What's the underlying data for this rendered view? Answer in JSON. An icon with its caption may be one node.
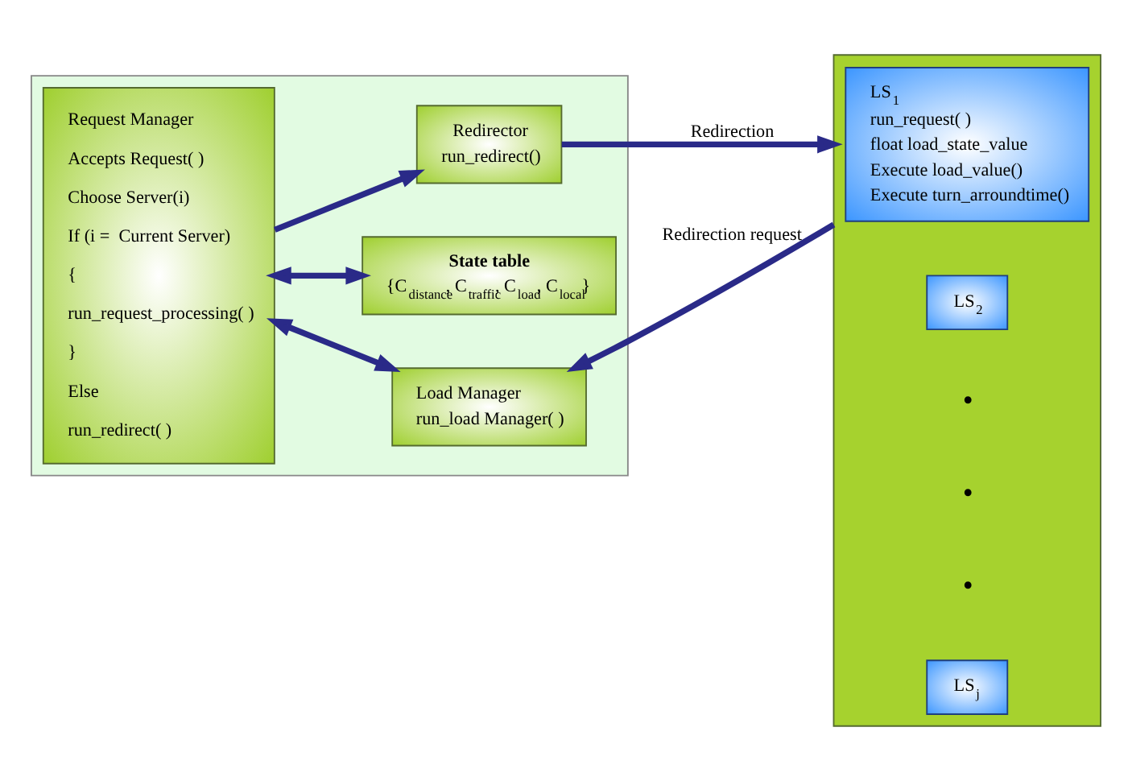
{
  "diagram": {
    "nodes": [
      {
        "text": [],
        "shape": "box"
      },
      {
        "text": [
          "Request Manager",
          "Accepts Request( )",
          "Choose Server(i)",
          "If (i =  Current Server)",
          "{",
          "run_request_processing( )",
          "}",
          "Else",
          "run_redirect( )"
        ],
        "in": 0
      },
      {
        "text": [
          "Load Manager",
          "run_load Manager( )"
        ],
        "in": 0
      },
      {
        "text": [
          "State table",
          "{C$_{distance}$, C$_{traffic}$, C$_{load}$, C$_{local}$}"
        ],
        "in": 0
      },
      {
        "text": [
          "Redirector",
          "run_redirect()"
        ],
        "in": 0
      },
      {
        "text": [],
        "shape": "box"
      },
      {
        "text": [
          "LS$_{1}$",
          "run_request( )",
          "float load_state_value",
          "Execute load_value()",
          "Execute turn_arroundtime()"
        ],
        "in": 5
      },
      {
        "text": [
          "LS$_{2}$"
        ],
        "in": 5
      },
      {
        "text": [
          "LS$_{j}$"
        ],
        "in": 5
      }
    ],
    "edges": [
      {
        "from": 5,
        "to": 2,
        "arrow": "to",
        "label": "Redirection request"
      },
      {
        "from": 1,
        "to": 2,
        "arrow": "both"
      },
      {
        "from": 1,
        "to": 3,
        "arrow": "both"
      },
      {
        "from": 1,
        "to": 4,
        "arrow": "to"
      },
      {
        "from": 4,
        "to": 5,
        "arrow": "to",
        "label": "Redirection"
      }
    ],
    "labels": [
      "•",
      "•",
      "•"
    ]
  }
}
